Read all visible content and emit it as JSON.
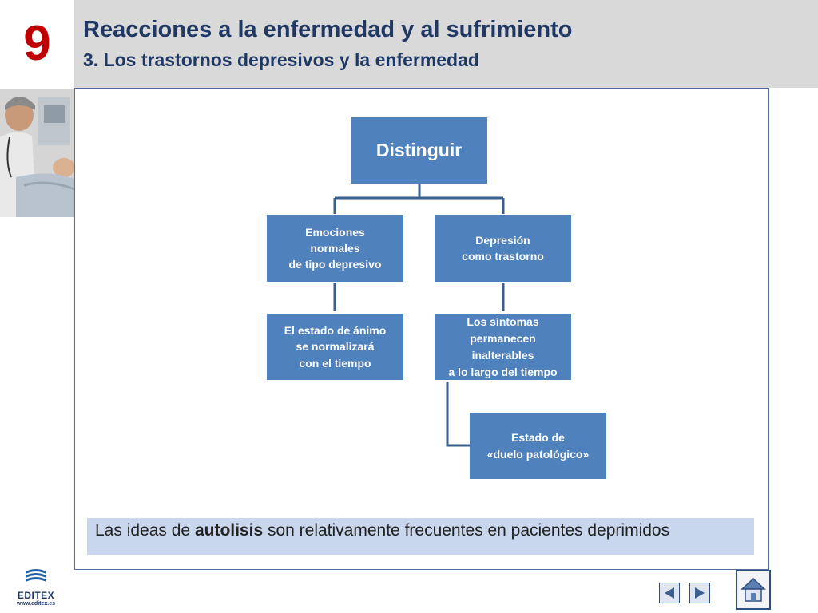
{
  "chapter": {
    "number": "9"
  },
  "header": {
    "title": "Reacciones a la enfermedad y al sufrimiento",
    "subtitle": "3. Los trastornos depresivos y la enfermedad"
  },
  "diagram": {
    "root": "Distinguir",
    "left_branch": "Emociones\nnormales\nde tipo depresivo",
    "right_branch": "Depresión\ncomo trastorno",
    "left_detail": "El estado de ánimo\nse normalizará\ncon el tiempo",
    "right_detail": "Los síntomas\npermanecen\ninalterables\na lo largo del tiempo",
    "sub_detail": "Estado de\n«duelo patológico»"
  },
  "note": {
    "before": "Las ideas de ",
    "bold": "autolisis",
    "after": " son relativamente frecuentes en pacientes deprimidos"
  },
  "footer": {
    "logo_name": "EDITEX",
    "logo_url": "www.editex.es"
  },
  "icons": {
    "prev": "prev-arrow-icon",
    "next": "next-arrow-icon",
    "home": "home-icon"
  },
  "colors": {
    "box_fill": "#4f81bd",
    "connector": "#3a5f8f",
    "chapter_number": "#c00000",
    "header_bg": "#d9d9d9",
    "note_bg": "#c9d7ee"
  }
}
